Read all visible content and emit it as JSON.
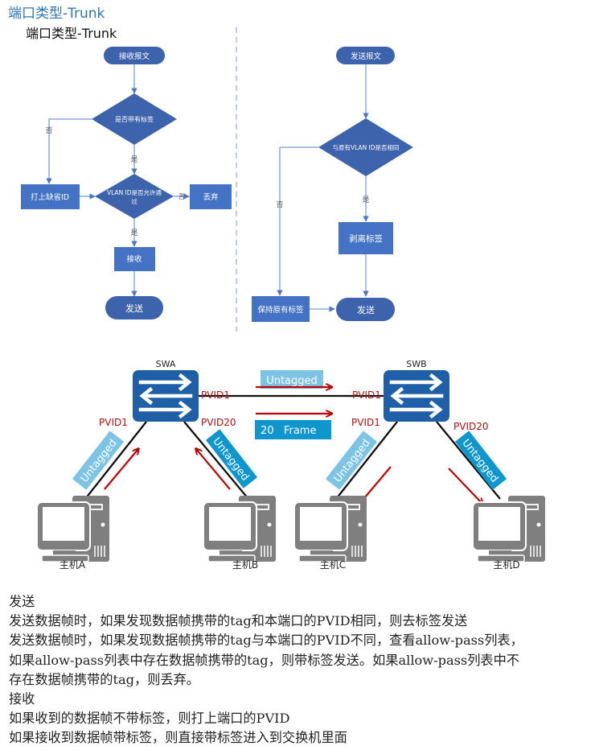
{
  "heading": "端口类型-Trunk",
  "figure_title": "端口类型-Trunk",
  "colors": {
    "node_blue": "#4472c4",
    "terminal_blue": "#3d63ad",
    "line_blue": "#8faadc",
    "switch_blue": "#1f5fa8",
    "untagged_light": "#7cc3e4",
    "untagged_dark": "#0f96cc",
    "arrow_red": "#c00000",
    "pc_gray": "#7f7f7f",
    "heading_blue": "#2e75b6"
  },
  "receive_flow": {
    "start": "接收报文",
    "decision_tag": "是否带有标签",
    "decision_vlan_line1": "VLAN ID是否允许通",
    "decision_vlan_line2": "过",
    "add_default": "打上缺省ID",
    "discard": "丢弃",
    "accept": "接收",
    "end": "发送",
    "label_no_1": "否",
    "label_yes_1": "是",
    "label_no_2": "否",
    "label_yes_2": "是"
  },
  "send_flow": {
    "start": "发送报文",
    "decision": "与原有VLAN ID是否相同",
    "strip": "剥离标签",
    "keep": "保持原有标签",
    "end": "发送",
    "label_yes": "是",
    "label_no": "否"
  },
  "topology": {
    "switch_a": "SWA",
    "switch_b": "SWB",
    "swa_trunk_pvid": "PVID1",
    "swa_left_pvid": "PVID1",
    "swa_right_pvid": "PVID20",
    "swb_trunk_pvid": "PVID1",
    "swb_left_pvid": "PVID1",
    "swb_right_pvid": "PVID20",
    "trunk_top_tag": "Untagged",
    "trunk_bottom_tag": "20   Frame",
    "link_a_tag": "Untagged",
    "link_b_tag": "Untagged",
    "link_c_tag": "Untagged",
    "link_d_tag": "Untagged",
    "host_a": "主机A",
    "host_b": "主机B",
    "host_c": "主机C",
    "host_d": "主机D"
  },
  "notes": [
    "发送",
    "发送数据帧时，如果发现数据帧携带的tag和本端口的PVID相同，则去标签发送",
    "发送数据帧时，如果发现数据帧携带的tag与本端口的PVID不同，查看allow-pass列表，",
    "如果allow-pass列表中存在数据帧携带的tag，则带标签发送。如果allow-pass列表中不",
    "存在数据帧携带的tag，则丢弃。",
    "接收",
    "如果收到的数据帧不带标签，则打上端口的PVID",
    "如果接收到数据帧带标签，则直接带标签进入到交换机里面"
  ]
}
